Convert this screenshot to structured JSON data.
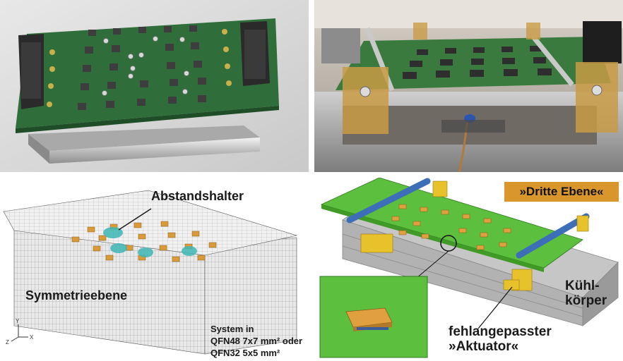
{
  "labels": {
    "spacer": "Abstandshalter",
    "symmetry_plane": "Symmetrieebene",
    "system_line1": "System in",
    "system_line2": "QFN48 7x7 mm² oder",
    "system_line3": "QFN32 5x5 mm²",
    "third_level": "»Dritte Ebene«",
    "heatsink_line1": "Kühl-",
    "heatsink_line2": "körper",
    "actuator_line1": "fehlangepasster",
    "actuator_line2": "»Aktuator«"
  },
  "axis_triad": {
    "y": "Y",
    "z": "Z",
    "x": "X"
  },
  "colors": {
    "pcb_green": "#2f6e3a",
    "cad_green": "#5cbf3e",
    "cad_yellow": "#e8c22a",
    "chip_orange": "#d99a3a",
    "label_box": "#d8962c",
    "rod_blue": "#3d6fb8",
    "mesh_cyan": "#3fb7b5"
  }
}
